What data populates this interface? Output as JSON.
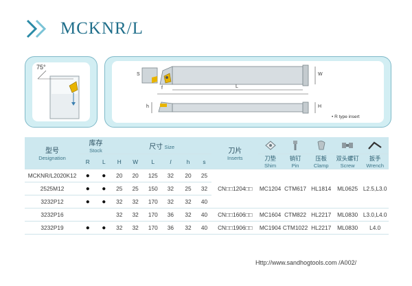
{
  "header": {
    "title": "MCKNR/L"
  },
  "diagram_left": {
    "angle_label": "75°"
  },
  "diagram_right": {
    "labels": {
      "s": "S",
      "w": "W",
      "f": "f",
      "l": "L",
      "h": "h",
      "h1": "H"
    },
    "note": "• R type insert"
  },
  "table": {
    "headers": {
      "designation_cn": "型号",
      "designation_en": "Designation",
      "stock_cn": "库存",
      "stock_en": "Stock",
      "size_cn": "尺寸",
      "size_en": "Size",
      "inserts_cn": "刀片",
      "inserts_en": "Inserts",
      "shim_cn": "刀垫",
      "shim_en": "Shim",
      "pin_cn": "销钉",
      "pin_en": "Pin",
      "clamp_cn": "压板",
      "clamp_en": "Clamp",
      "screw_cn": "双头螺钉",
      "screw_en": "Screw",
      "wrench_cn": "扳手",
      "wrench_en": "Wrench",
      "r": "R",
      "l": "L",
      "H": "H",
      "W": "W",
      "Lcol": "L",
      "lcol": "l",
      "h": "h",
      "s": "s"
    },
    "rows": [
      {
        "designation": "MCKNR/L2020K12",
        "r": "●",
        "l": "●",
        "H": "20",
        "W": "20",
        "L": "125",
        "l1": "32",
        "h": "20",
        "s": "25"
      },
      {
        "designation": "2525M12",
        "r": "●",
        "l": "●",
        "H": "25",
        "W": "25",
        "L": "150",
        "l1": "32",
        "h": "25",
        "s": "32"
      },
      {
        "designation": "3232P12",
        "r": "●",
        "l": "●",
        "H": "32",
        "W": "32",
        "L": "170",
        "l1": "32",
        "h": "32",
        "s": "40"
      },
      {
        "designation": "3232P16",
        "r": "",
        "l": "",
        "H": "32",
        "W": "32",
        "L": "170",
        "l1": "36",
        "h": "32",
        "s": "40"
      },
      {
        "designation": "3232P19",
        "r": "●",
        "l": "●",
        "H": "32",
        "W": "32",
        "L": "170",
        "l1": "36",
        "h": "32",
        "s": "40"
      }
    ],
    "groups": [
      {
        "insert": "CN□□1204□□",
        "shim": "MC1204",
        "pin": "CTM617",
        "clamp": "HL1814",
        "screw": "ML0625",
        "wrench": "L2.5,L3.0"
      },
      {
        "insert": "CN□□1606□□",
        "shim": "MC1604",
        "pin": "CTM822",
        "clamp": "HL2217",
        "screw": "ML0830",
        "wrench": "L3.0,L4.0"
      },
      {
        "insert": "CN□□1906□□",
        "shim": "MC1904",
        "pin": "CTM1022",
        "clamp": "HL2217",
        "screw": "ML0830",
        "wrench": "L4.0"
      }
    ]
  },
  "footer": {
    "url": "Http://www.sandhogtools.com /A002/"
  },
  "colors": {
    "accent": "#1f6e8a",
    "panel": "#d2eef3",
    "header_bg": "#cde8ef",
    "insert": "#e8b400"
  }
}
